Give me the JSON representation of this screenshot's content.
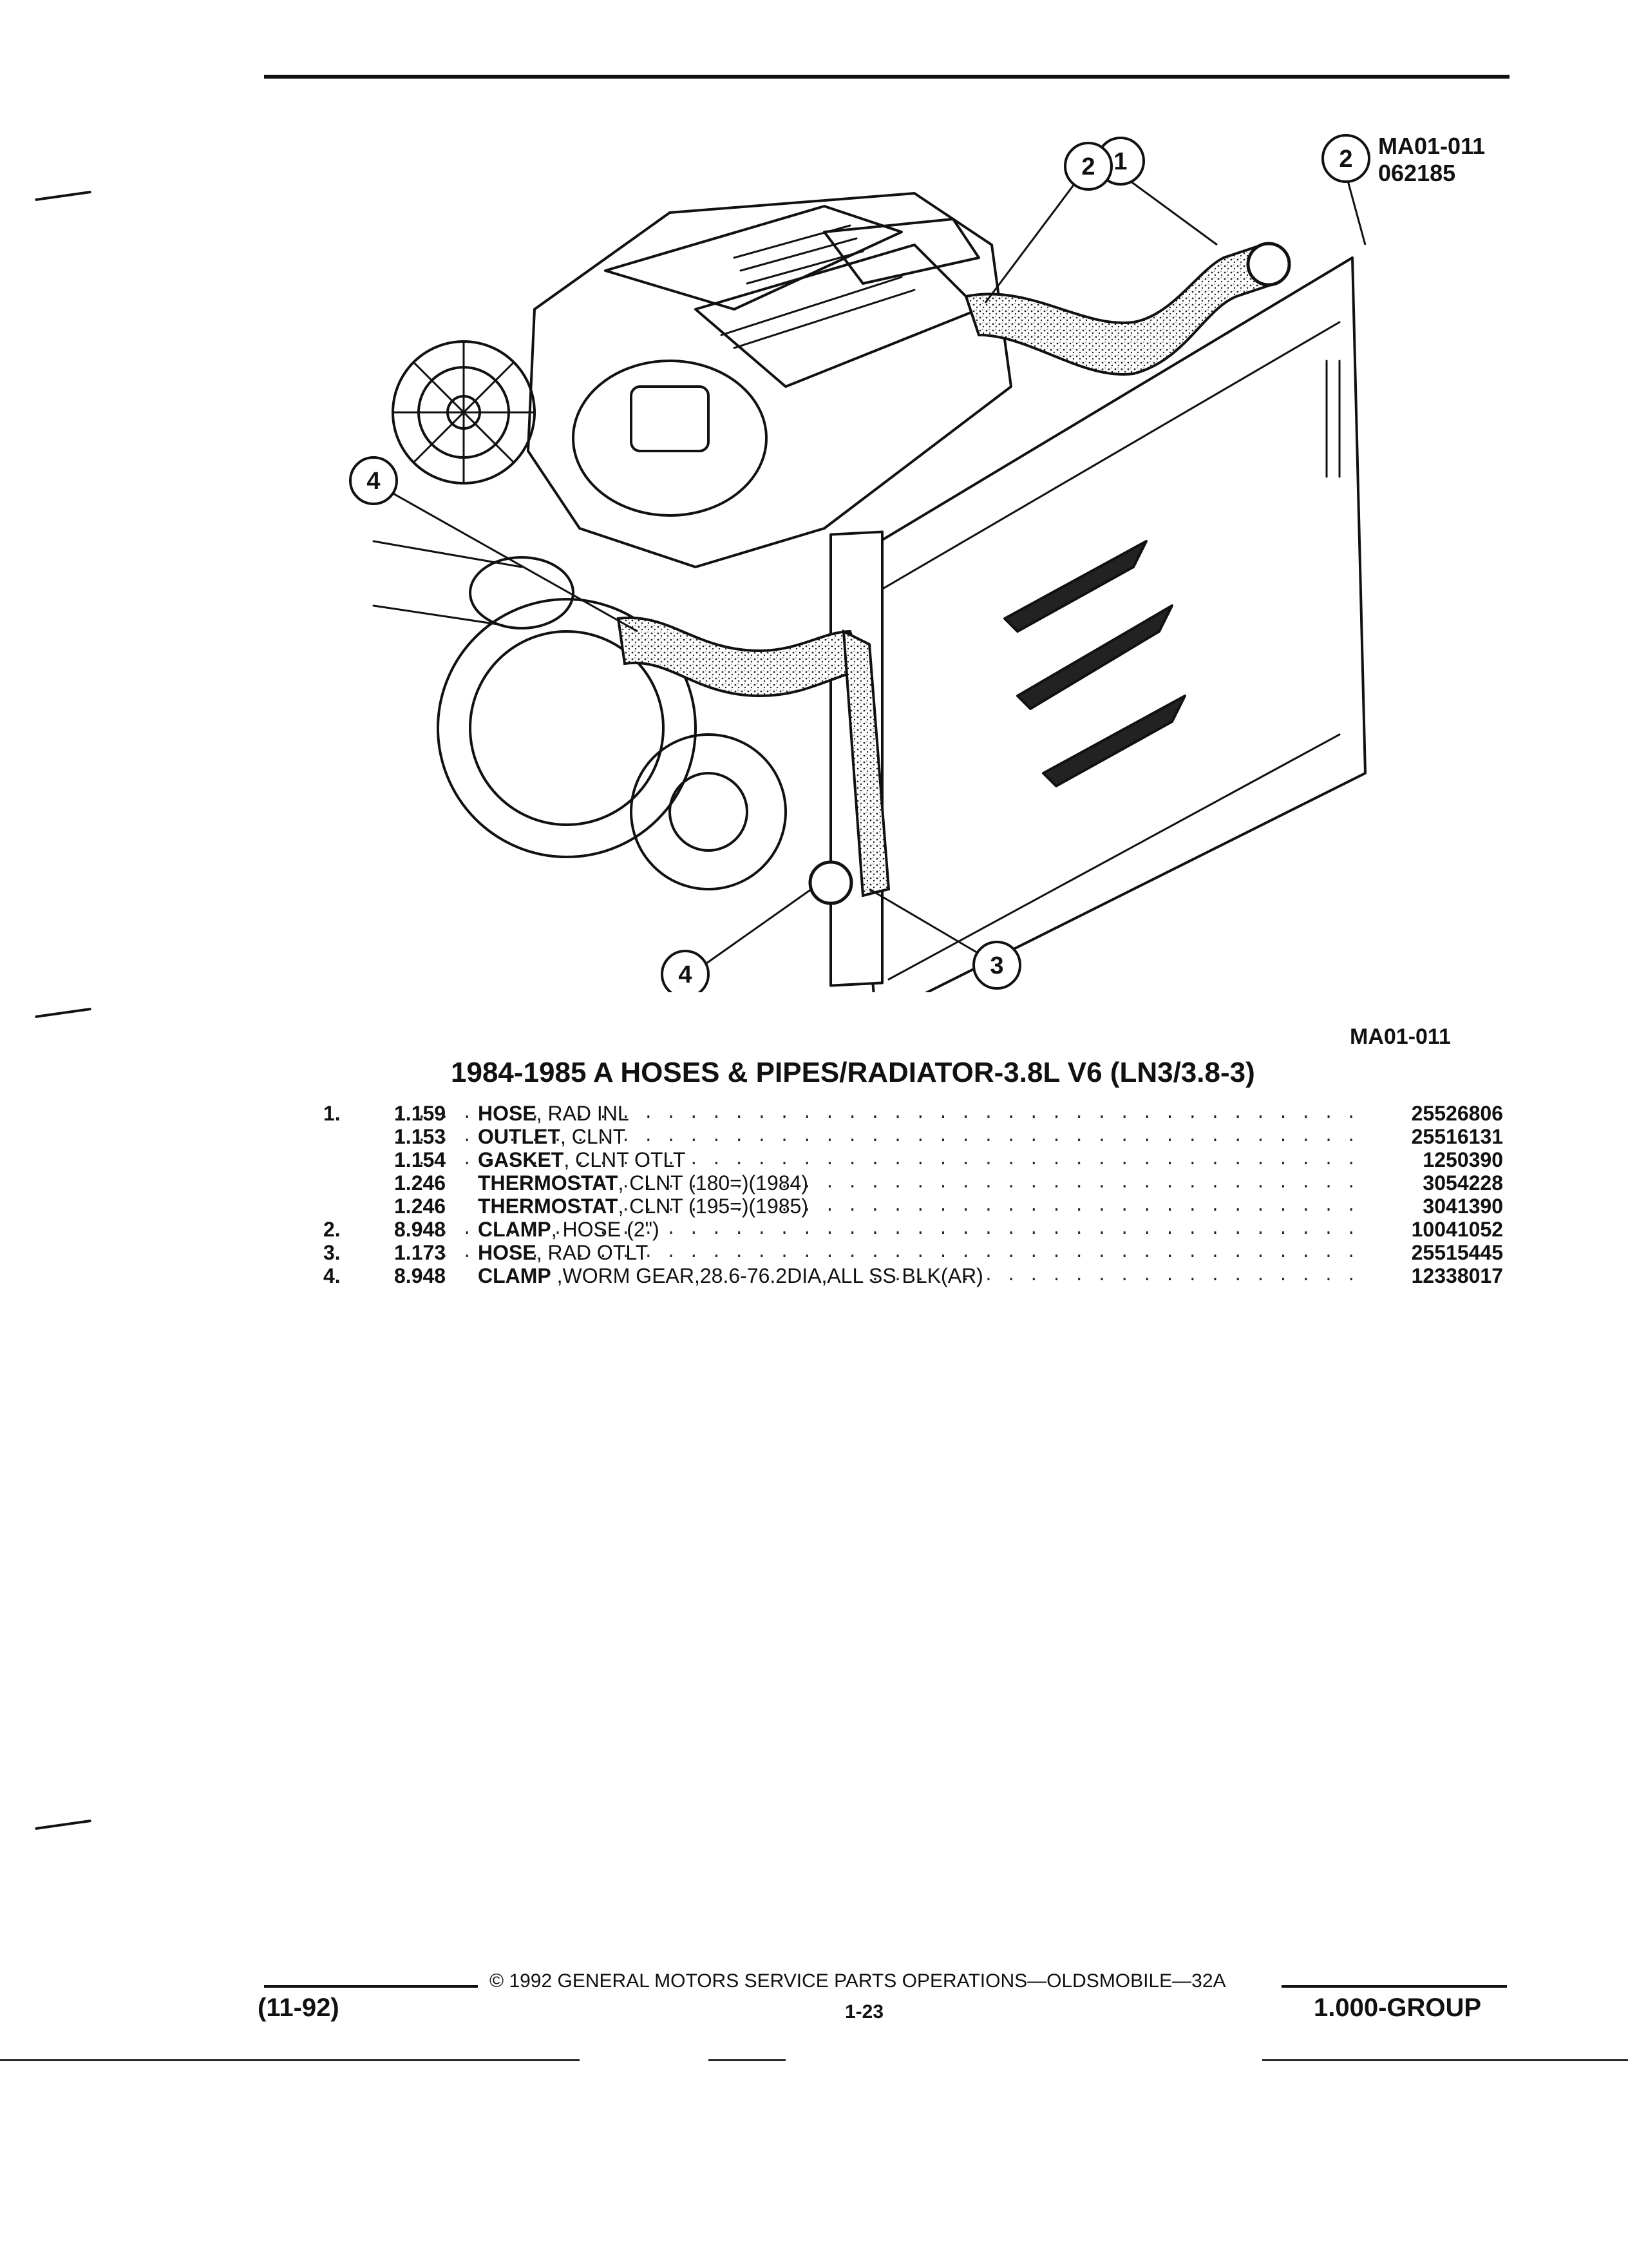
{
  "header": {
    "diagram_id_line1": "MA01-011",
    "diagram_id_line2": "062185"
  },
  "illustration": {
    "callouts": [
      "1",
      "2",
      "2",
      "3",
      "4",
      "4"
    ]
  },
  "figure_code": "MA01-011",
  "section_title": "1984-1985 A HOSES & PIPES/RADIATOR-3.8L V6 (LN3/3.8-3)",
  "parts": [
    {
      "num": "1.",
      "code": "1.159",
      "name": "HOSE",
      "detail": ", RAD INL",
      "part_no": "25526806"
    },
    {
      "num": "",
      "code": "1.153",
      "name": "OUTLET",
      "detail": ", CLNT",
      "part_no": "25516131"
    },
    {
      "num": "",
      "code": "1.154",
      "name": "GASKET",
      "detail": ", CLNT OTLT",
      "part_no": "1250390"
    },
    {
      "num": "",
      "code": "1.246",
      "name": "THERMOSTAT",
      "detail": ", CLNT (180=)(1984)",
      "part_no": "3054228"
    },
    {
      "num": "",
      "code": "1.246",
      "name": "THERMOSTAT",
      "detail": ", CLNT (195=)(1985)",
      "part_no": "3041390"
    },
    {
      "num": "2.",
      "code": "8.948",
      "name": "CLAMP",
      "detail": ", HOSE (2\")",
      "part_no": "10041052"
    },
    {
      "num": "3.",
      "code": "1.173",
      "name": "HOSE",
      "detail": ", RAD OTLT",
      "part_no": "25515445"
    },
    {
      "num": "4.",
      "code": "8.948",
      "name": "CLAMP",
      "detail": " ,WORM GEAR,28.6-76.2DIA,ALL SS BLK(AR)",
      "part_no": "12338017"
    }
  ],
  "footer": {
    "copyright": "© 1992 GENERAL MOTORS SERVICE PARTS OPERATIONS—OLDSMOBILE—32A",
    "date_code": "(11-92)",
    "page": "1-23",
    "group": "1.000-GROUP"
  }
}
